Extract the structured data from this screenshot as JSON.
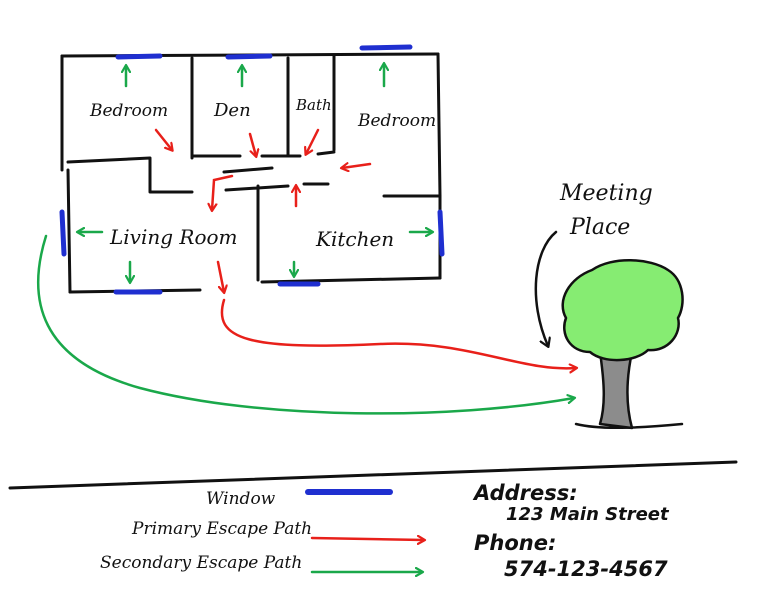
{
  "rooms": {
    "bedroom_left": "Bedroom",
    "den": "Den",
    "bath": "Bath",
    "bedroom_right": "Bedroom",
    "living_room": "Living Room",
    "kitchen": "Kitchen"
  },
  "meeting_place": {
    "line1": "Meeting",
    "line2": "Place"
  },
  "legend": {
    "window": "Window",
    "primary": "Primary Escape Path",
    "secondary": "Secondary Escape Path"
  },
  "info": {
    "address_label": "Address:",
    "address_value": "123 Main Street",
    "phone_label": "Phone:",
    "phone_value": "574-123-4567"
  },
  "colors": {
    "window": "#1f2fd0",
    "primary": "#e8201a",
    "secondary": "#1aa84a",
    "tree_leaves": "#86ec72",
    "tree_trunk": "#8c8c8c",
    "ink": "#111111"
  }
}
